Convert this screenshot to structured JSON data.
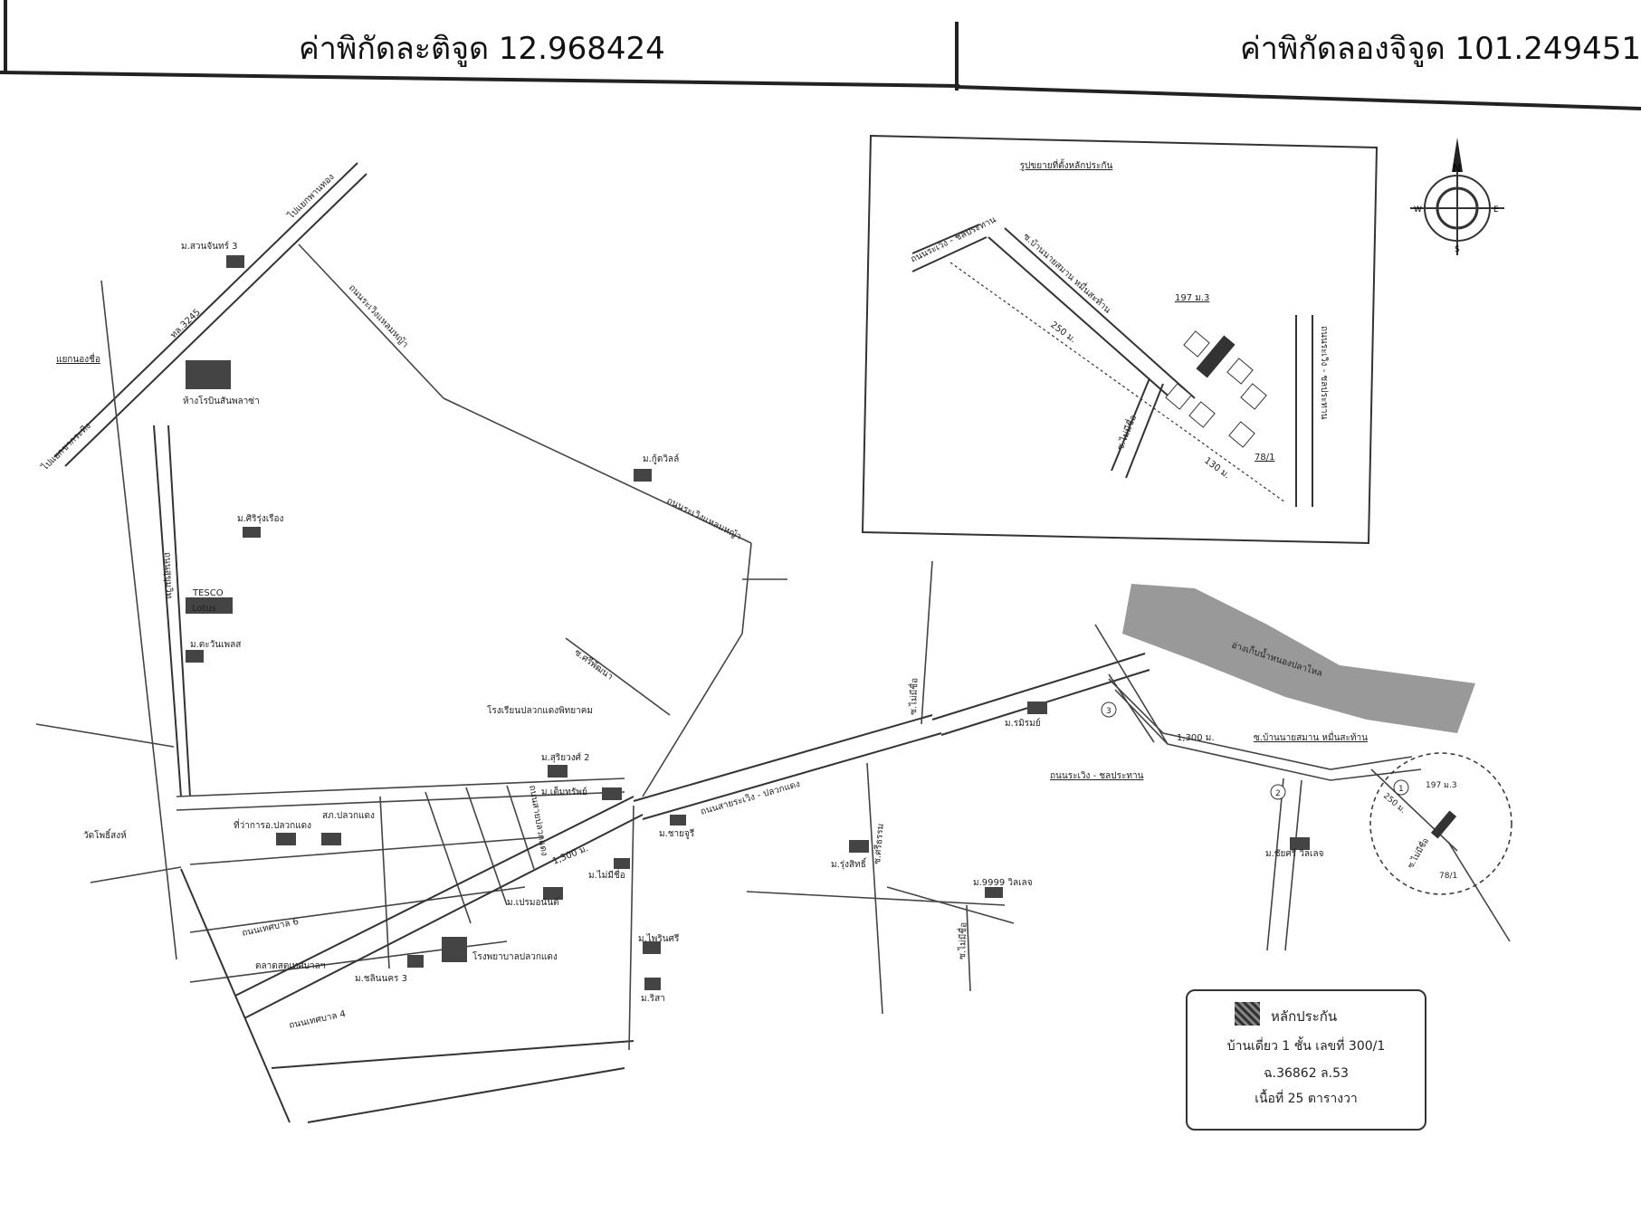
{
  "header": {
    "latitude_label": "ค่าพิกัดละติจูด 12.968424",
    "longitude_label": "ค่าพิกัดลองจิจูด 101.249451"
  },
  "compass": {
    "n": "N",
    "s": "S",
    "e": "E",
    "w": "W"
  },
  "inset": {
    "title": "รูปขยายที่ตั้งหลักประกัน",
    "road_top": "ถนนระเวิง - ชลประทาน",
    "road_right": "ถนนระเวิง - ชลประทาน",
    "soi_main": "ซ.บ้านนายสมาน หมื่นสะท้าน",
    "soi_side": "ซ.ไม่มีชื่อ",
    "dist_250": "250 ม.",
    "dist_130": "130 ม.",
    "house_197": "197 ม.3",
    "house_78": "78/1"
  },
  "map_labels": {
    "to_nongyai": "ไปแยกชากระทิง",
    "to_rayong": "ไปแยกพานทอง",
    "road_3245": "ทล.3245",
    "nongsuea": "แยกนองชื่อ",
    "road_rawiang_a": "ถนนระเวิงแหลมหญ้า",
    "road_rawiang_b": "ถนนระเวิงแหลมหญ้า",
    "m_suanchan": "ม.สวนจันทร์ 3",
    "robinson": "ห้างโรบินสันพลาซ่า",
    "m_khetsin": "ม.ศิริรุ่งเรือง",
    "m_goodville": "ม.กู้ดวิลล์",
    "tesco": "TESCO",
    "lotus": "Lotus",
    "m_tawan": "ม.ตะวันเพลส",
    "road_sukhumvit": "ถนนสุขุมวิท",
    "school": "โรงเรียนปลวกแดงพิทยาคม",
    "soi_sri": "ซ.ศรีพัฒนา",
    "m_suriya": "ม.สุริยวงศ์ 2",
    "m_termsap": "ม.เต็มทรัพย์",
    "road_1359": "ถนนสายปลวกแดง",
    "dist_1300": "1,300 ม.",
    "wat": "วัดโพธิ์สงห์",
    "amphoe": "ที่ว่าการอ.ปลวกแดง",
    "police": "สภ.ปลวกแดง",
    "road_thetsaban6": "ถนนเทศบาล 6",
    "market": "ตลาดสดเทศบาลฯ",
    "hospital": "โรงพยาบาลปลวกแดง",
    "m_chalinkon": "ม.ชลินนคร 3",
    "road_thetsaban4": "ถนนเทศบาล 4",
    "m_prema": "ม.เปรมอนันต์",
    "m_maimeechu": "ม.ไม่มีชื่อ",
    "m_chuchai": "ม.ชายจูรี",
    "road_tasit": "ถนนสายระเวิง - ปลวกแดง",
    "m_sai": "ม.ไพรินศรี",
    "m_risa": "ม.ริสา",
    "soi_nameless_a": "ซ.ไม่มีชื่อ",
    "m_ramy": "ม.รมิรมย์",
    "soi_sritam": "ซ.ศรีธรรม",
    "m_rungsit": "ม.รุ่งสิทธิ์",
    "m_9999": "ม.9999 วิลเลจ",
    "soi_nameless_b": "ซ.ไม่มีชื่อ",
    "reservoir": "อ่างเก็บน้ำหนองปลาไหล",
    "soi_baan": "ซ.บ้านนายสมาน หมื่นสะท้าน",
    "road_rawiang_chon": "ถนนระเวิง - ชลประทาน",
    "dist_1300b": "1,300 ม.",
    "m_chaitechno": "ม.ชัยศรี วิลเลจ",
    "c1": "1",
    "c2": "2",
    "c3": "3",
    "h197": "197 ม.3",
    "dist250": "250 ม.",
    "soi_mm": "ซ.ไม่มีชื่อ",
    "h78": "78/1"
  },
  "legend": {
    "title": "หลักประกัน",
    "line1": "บ้านเดี่ยว 1 ชั้น เลขที่ 300/1",
    "line2": "ฉ.36862 ล.53",
    "line3": "เนื้อที่ 25 ตารางวา"
  }
}
